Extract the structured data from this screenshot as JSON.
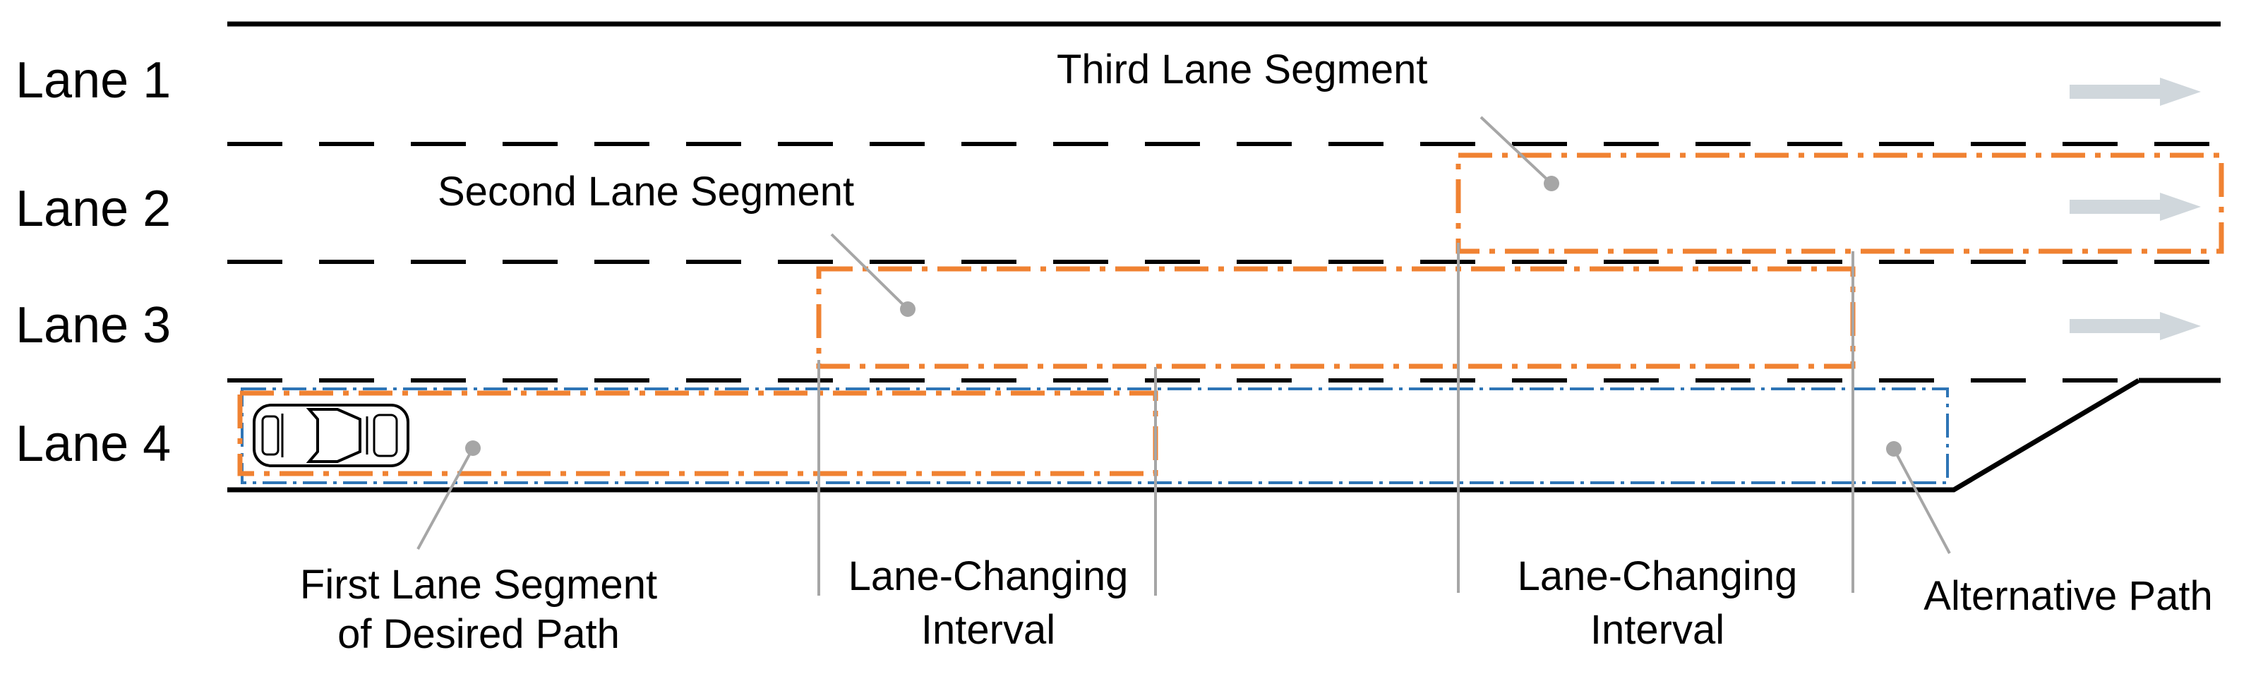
{
  "lanes": [
    "Lane 1",
    "Lane 2",
    "Lane 3",
    "Lane 4"
  ],
  "annotations": {
    "third_segment": "Third Lane Segment",
    "second_segment": "Second Lane Segment",
    "first_segment_line1": "First Lane Segment",
    "first_segment_line2": "of Desired Path",
    "lane_change_1_line1": "Lane-Changing",
    "lane_change_1_line2": "Interval",
    "lane_change_2_line1": "Lane-Changing",
    "lane_change_2_line2": "Interval",
    "alternative_path": "Alternative Path"
  },
  "colors": {
    "road_line": "#000000",
    "desired_path": "#F08232",
    "alternative_path": "#2E75B6",
    "leader": "#A6A6A6",
    "flow_arrow": "#D0D7DC"
  },
  "icons": [
    "car-icon",
    "traffic-direction-arrow"
  ]
}
